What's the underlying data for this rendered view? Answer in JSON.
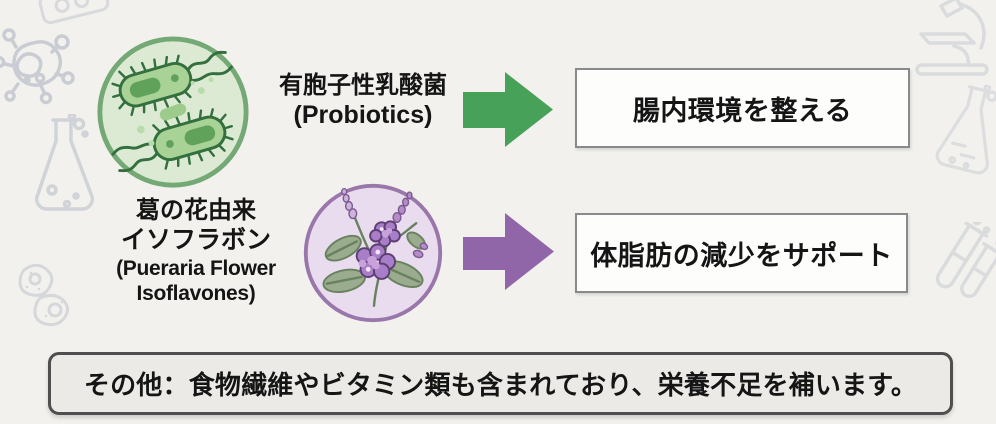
{
  "page": {
    "bg_color": "#f2f1ed",
    "type": "supplement-ingredient-infographic"
  },
  "rows": [
    {
      "ingredient_lines": [
        "有胞子性乳酸菌",
        "(Probiotics)"
      ],
      "badge_icon": "bacteria-icon",
      "arrow_icon": "block-arrow-right-icon",
      "arrow_color": "#47a159",
      "effect": "腸内環境を整える"
    },
    {
      "ingredient_lines": [
        "葛の花由来",
        "イソフラボン",
        "(Pueraria Flower",
        "Isoflavones)"
      ],
      "badge_icon": "kudzu-flower-icon",
      "arrow_icon": "block-arrow-right-icon",
      "arrow_color": "#9166a9",
      "effect": "体脂肪の減少をサポート"
    }
  ],
  "footer": {
    "note": "その他：食物繊維やビタミン類も含まれており、栄養不足を補います。"
  },
  "colors": {
    "green_accent": "#47a159",
    "purple_accent": "#9166a9",
    "green_circle_fill": "#dcead4",
    "green_circle_border": "#74a874",
    "purple_circle_fill": "#e8dcee",
    "purple_circle_border": "#9a77ab",
    "effect_box_fill": "#fdfdfc",
    "effect_box_border": "#8a8a8a",
    "footer_fill": "#eceae7",
    "footer_border": "#4f4f4f",
    "text": "#151515",
    "doodle_line": "#c2c7cf"
  },
  "background_icons": [
    "microscope-slide-icon",
    "virus-icon",
    "erlenmeyer-flask-icon",
    "microscope-icon",
    "erlenmeyer-flask-icon",
    "cell-cluster-icon",
    "test-tubes-icon"
  ]
}
